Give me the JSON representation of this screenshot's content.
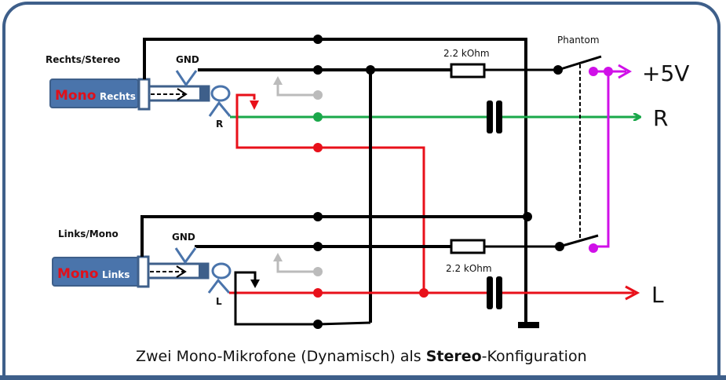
{
  "title": "Zwei Mono-Mikrofone (Dynamisch) als Stereo-Konfiguration",
  "caption": {
    "prefix": "Zwei Mono-Mikrofone (Dynamisch) als ",
    "bold": "Stereo",
    "suffix": "-Konfiguration"
  },
  "jacks": [
    {
      "group_label": "Rechts/Stereo",
      "plug_mono": "Mono",
      "plug_name": "Rechts",
      "gnd_label": "GND",
      "signal_label": "R"
    },
    {
      "group_label": "Links/Mono",
      "plug_mono": "Mono",
      "plug_name": "Links",
      "gnd_label": "GND",
      "signal_label": "L"
    }
  ],
  "resistors": [
    {
      "label": "2.2 kOhm"
    },
    {
      "label": "2.2 kOhm"
    }
  ],
  "switch_label": "Phantom",
  "outputs": {
    "power": "+5V",
    "right": "R",
    "left": "L"
  },
  "colors": {
    "frame": "#3e5f8a",
    "plug": "#4a74ab",
    "mono_text": "#e0101a",
    "wire": "#000000",
    "signal_right": "#1aa84a",
    "signal_left": "#e8101a",
    "phantom": "#d010e8",
    "inactive": "#bbbbbb"
  }
}
